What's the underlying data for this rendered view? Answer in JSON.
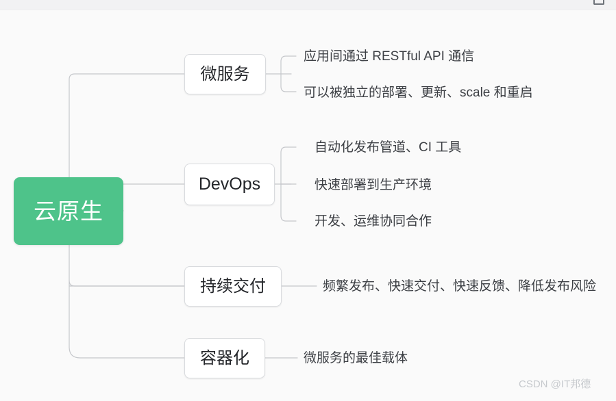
{
  "canvas": {
    "bg_color": "#fafafa",
    "top_strip_color": "#f2f2f3"
  },
  "root": {
    "label": "云原生",
    "color": "#4ec38a",
    "text_color": "#ffffff"
  },
  "branches": [
    {
      "label": "微服务",
      "latin": false,
      "leaves": [
        "应用间通过 RESTful API 通信",
        "可以被独立的部署、更新、scale 和重启"
      ]
    },
    {
      "label": "DevOps",
      "latin": true,
      "leaves": [
        "自动化发布管道、CI 工具",
        "快速部署到生产环境",
        "开发、运维协同合作"
      ]
    },
    {
      "label": "持续交付",
      "latin": false,
      "leaves": [
        "频繁发布、快速交付、快速反馈、降低发布风险"
      ]
    },
    {
      "label": "容器化",
      "latin": false,
      "leaves": [
        "微服务的最佳载体"
      ]
    }
  ],
  "watermark": {
    "text": "CSDN @IT邦德"
  }
}
